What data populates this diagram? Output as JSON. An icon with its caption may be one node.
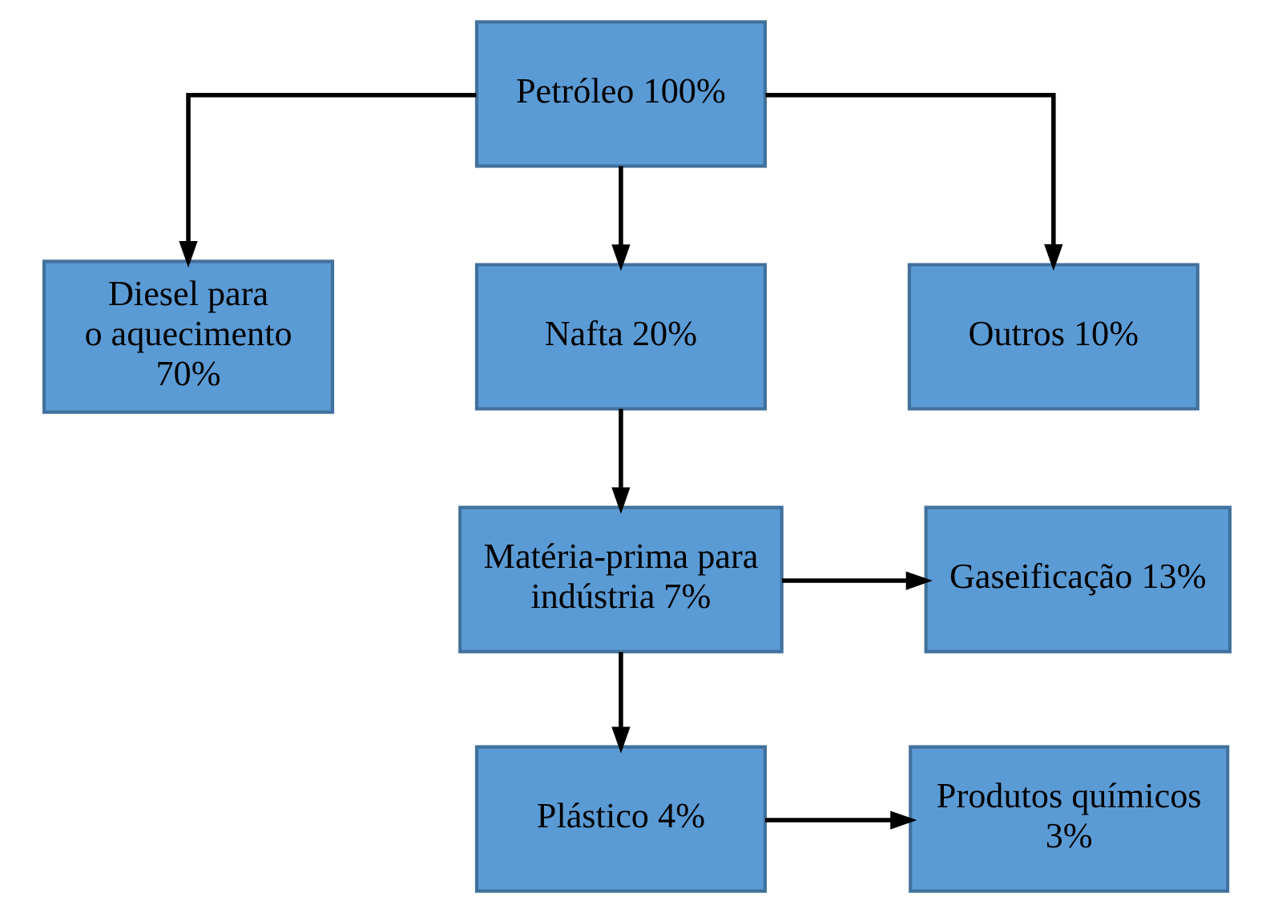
{
  "diagram": {
    "nodes": [
      {
        "text": [
          "Petróleo 100%"
        ]
      },
      {
        "text": [
          "Diesel para o aquecimento 70%"
        ]
      },
      {
        "text": [
          "Nafta 20%"
        ]
      },
      {
        "text": [
          "Outros 10%"
        ]
      },
      {
        "text": [
          "Gaseificação 13%"
        ]
      },
      {
        "text": [
          "Matéria-prima para indústria 7%"
        ]
      },
      {
        "text": [
          "Plástico 4%"
        ]
      },
      {
        "text": [
          "Produtos químicos 3%"
        ]
      }
    ],
    "edges": [
      {
        "from": 0,
        "to": 1,
        "arrow": "to"
      },
      {
        "from": 0,
        "to": 2,
        "arrow": "to"
      },
      {
        "from": 0,
        "to": 3,
        "arrow": "to"
      },
      {
        "from": 2,
        "to": 5,
        "arrow": "to"
      },
      {
        "from": 5,
        "to": 4,
        "arrow": "to"
      },
      {
        "from": 5,
        "to": 6,
        "arrow": "to"
      },
      {
        "from": 6,
        "to": 7,
        "arrow": "to"
      }
    ]
  }
}
